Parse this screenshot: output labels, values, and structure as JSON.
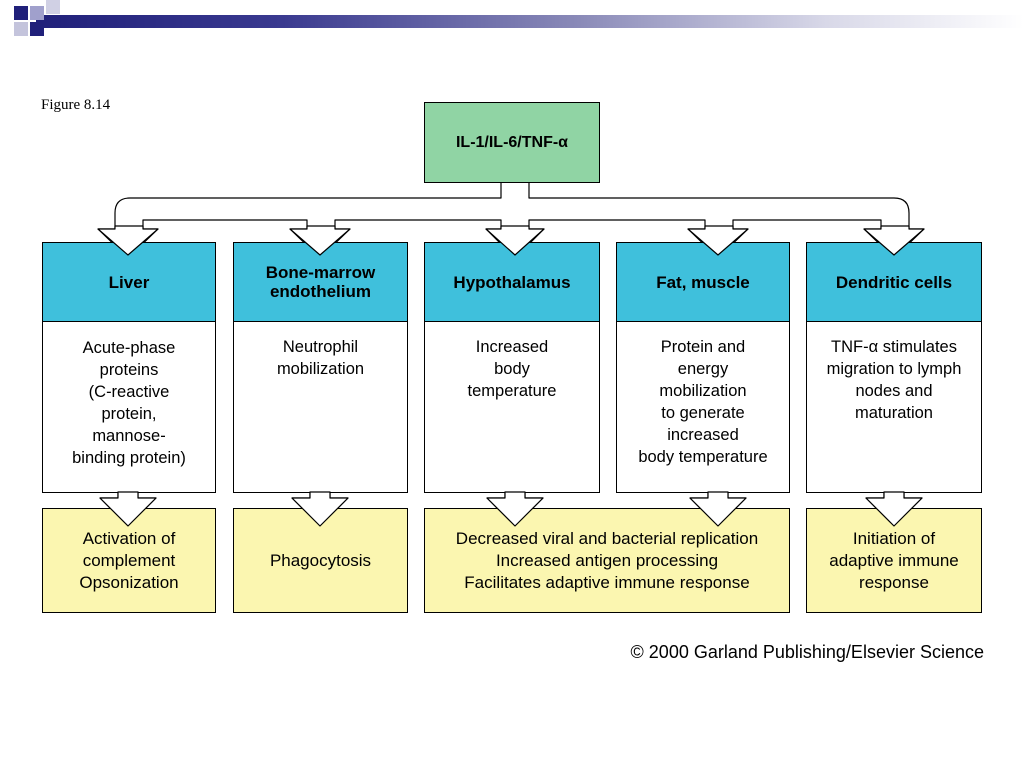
{
  "figure_label": "Figure 8.14",
  "top": {
    "label": "IL-1/IL-6/TNF-α"
  },
  "targets": [
    {
      "name": "Liver",
      "effect": "Acute-phase\nproteins\n(C-reactive\nprotein,\nmannose-\nbinding protein)",
      "outcome": "Activation of\ncomplement\nOpsonization"
    },
    {
      "name": "Bone-marrow\nendothelium",
      "effect": "Neutrophil\nmobilization",
      "outcome": "Phagocytosis"
    },
    {
      "name": "Hypothalamus",
      "effect": "Increased\nbody\ntemperature"
    },
    {
      "name": "Fat, muscle",
      "effect": "Protein and\nenergy\nmobilization\nto generate\nincreased\nbody temperature"
    },
    {
      "name": "Dendritic cells",
      "effect": "TNF-α stimulates\nmigration to lymph\nnodes and\nmaturation",
      "outcome": "Initiation of\nadaptive immune\nresponse"
    }
  ],
  "shared_outcome": "Decreased viral and bacterial replication\nIncreased antigen processing\nFacilitates adaptive immune response",
  "credit": "© 2000 Garland Publishing/Elsevier Science",
  "colors": {
    "top_box": "#90d4a4",
    "header_box": "#3fc0dc",
    "outcome_box": "#fbf6b0",
    "banner_dark": "#20207a"
  }
}
